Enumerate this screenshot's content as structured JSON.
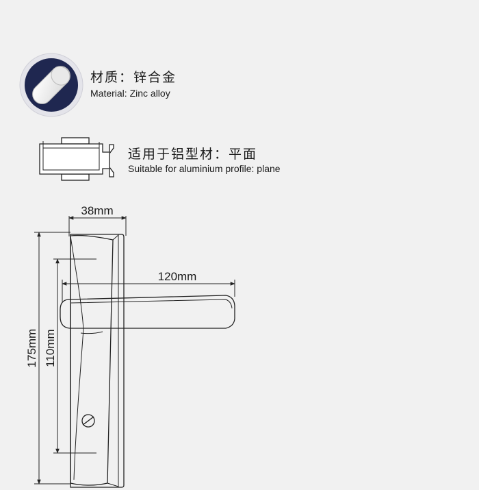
{
  "material": {
    "label_zh": "材质：锌合金",
    "label_en": "Material: Zinc alloy"
  },
  "profile": {
    "label_zh": "适用于铝型材：平面",
    "label_en": "Suitable for aluminium profile: plane"
  },
  "dimensions": {
    "width": "38mm",
    "lever_length": "120mm",
    "plate_height": "175mm",
    "hole_spacing": "110mm"
  }
}
